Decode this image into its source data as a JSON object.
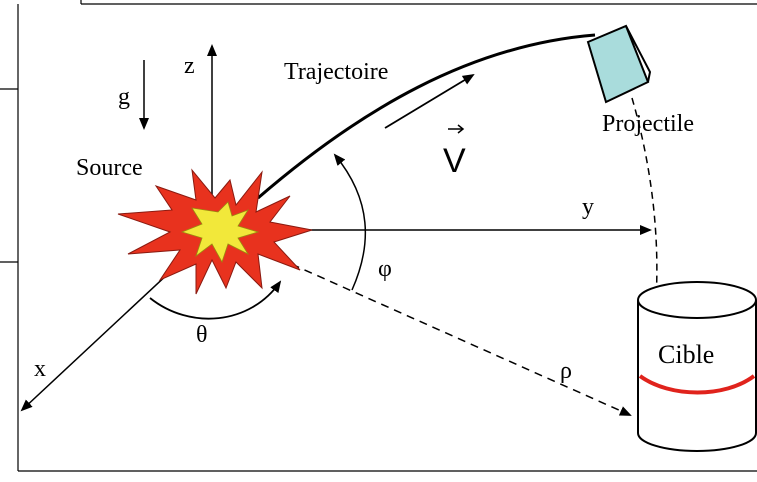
{
  "labels": {
    "trajectory": "Trajectoire",
    "projectile": "Projectile",
    "source": "Source",
    "target": "Cible",
    "velocity": "V",
    "gravity": "g",
    "axis_x": "x",
    "axis_y": "y",
    "axis_z": "z",
    "angle_theta": "θ",
    "angle_phi": "φ",
    "distance_rho": "ρ"
  },
  "colors": {
    "explosion_outer": "#e8321e",
    "explosion_inner": "#f2e83a",
    "projectile_fill": "#a9dcdc",
    "target_band": "#e0231c"
  },
  "icons": {
    "source": "explosion-icon",
    "projectile": "projectile-icon",
    "target": "cylinder-target-icon"
  }
}
